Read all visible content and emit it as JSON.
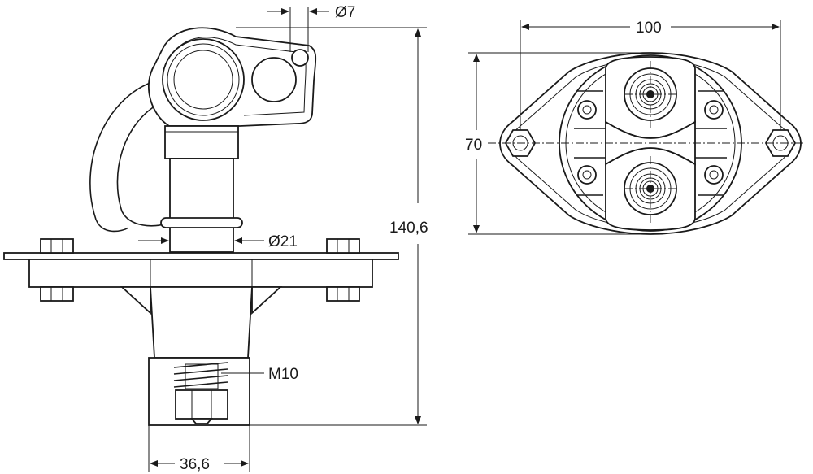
{
  "dimensions": {
    "hole_diameter": "Ø7",
    "width_total": "100",
    "height_plate": "70",
    "total_height": "140,6",
    "shaft_diameter": "Ø21",
    "thread": "M10",
    "base_width": "36,6"
  },
  "colors": {
    "line": "#1a1a1a",
    "background": "#ffffff"
  }
}
